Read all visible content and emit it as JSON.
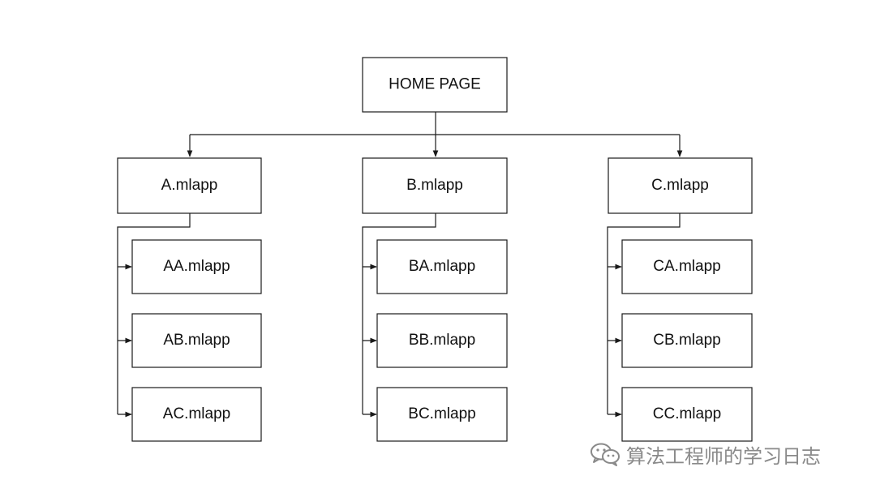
{
  "nodes": {
    "home": "HOME PAGE",
    "a": "A.mlapp",
    "b": "B.mlapp",
    "c": "C.mlapp",
    "aa": "AA.mlapp",
    "ab": "AB.mlapp",
    "ac": "AC.mlapp",
    "ba": "BA.mlapp",
    "bb": "BB.mlapp",
    "bc": "BC.mlapp",
    "ca": "CA.mlapp",
    "cb": "CB.mlapp",
    "cc": "CC.mlapp"
  },
  "watermark": {
    "icon": "wechat-icon",
    "text": "算法工程师的学习日志"
  }
}
